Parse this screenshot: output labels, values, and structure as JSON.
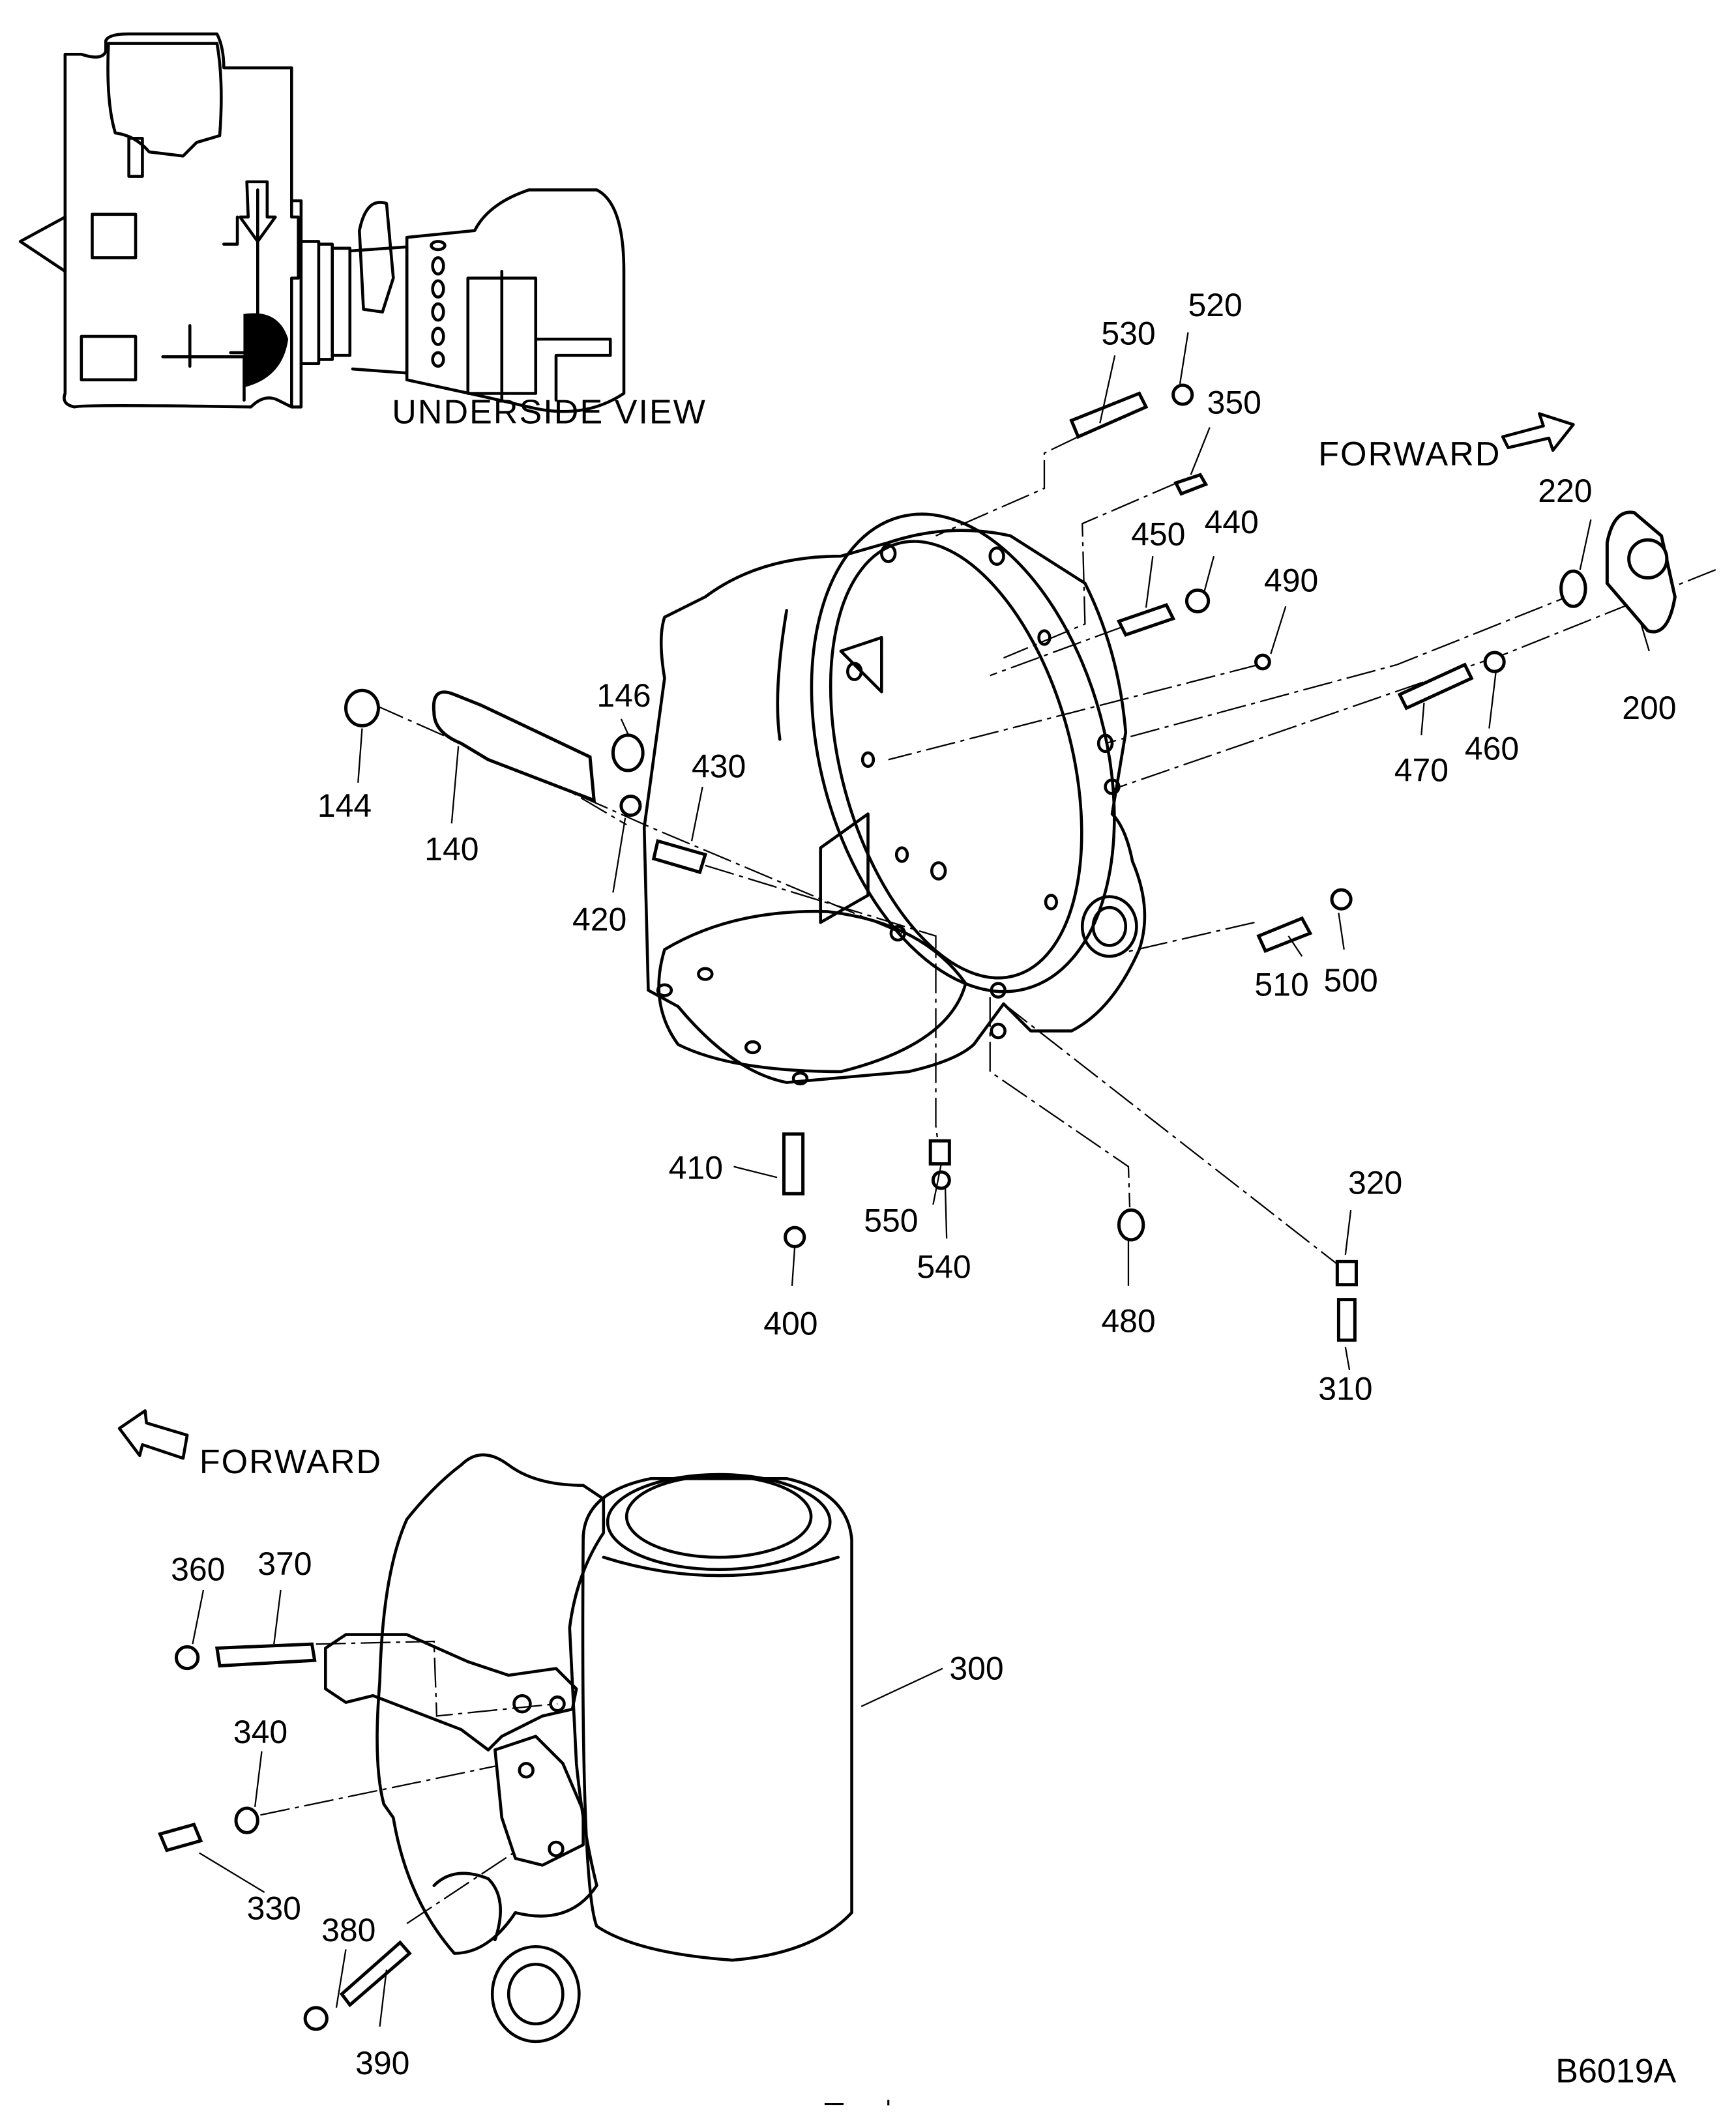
{
  "figure_id": "B6019A",
  "inset": {
    "caption": "UNDERSIDE VIEW"
  },
  "direction_labels": {
    "upper": "FORWARD",
    "lower": "FORWARD"
  },
  "callouts": {
    "c530": "530",
    "c520": "520",
    "c350": "350",
    "c450": "450",
    "c440": "440",
    "c490": "490",
    "c220": "220",
    "c200": "200",
    "c470": "470",
    "c460": "460",
    "c146": "146",
    "c144": "144",
    "c140": "140",
    "c430": "430",
    "c420": "420",
    "c510": "510",
    "c500": "500",
    "c410": "410",
    "c550": "550",
    "c540": "540",
    "c400": "400",
    "c480": "480",
    "c320": "320",
    "c310": "310",
    "c360": "360",
    "c370": "370",
    "c340": "340",
    "c330": "330",
    "c380": "380",
    "c390": "390",
    "c300": "300"
  }
}
